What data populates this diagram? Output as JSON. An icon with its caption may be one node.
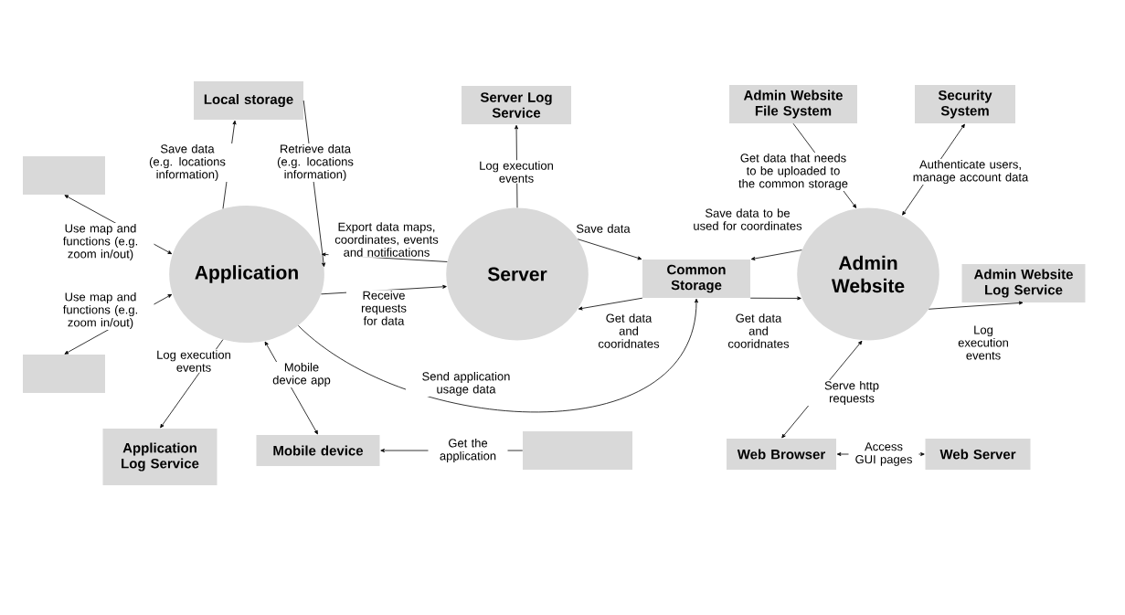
{
  "diagram": {
    "nodes": [
      {
        "text": [
          "Local storage"
        ]
      },
      {
        "text": [
          "Server Log Service"
        ]
      },
      {
        "text": [
          "Admin Website File System"
        ]
      },
      {
        "text": [
          "Security System"
        ]
      },
      {
        "text": [],
        "shape": "box"
      },
      {
        "text": [
          "Application"
        ]
      },
      {
        "text": [
          "Server"
        ]
      },
      {
        "text": [
          "Common Storage"
        ]
      },
      {
        "text": [
          "Admin Website"
        ]
      },
      {
        "text": [
          "Admin Website Log Service"
        ]
      },
      {
        "text": [],
        "shape": "box"
      },
      {
        "text": [
          "Application Log Service"
        ]
      },
      {
        "text": [
          "Mobile device"
        ]
      },
      {
        "text": [],
        "shape": "box"
      },
      {
        "text": [
          "Web Browser"
        ]
      },
      {
        "text": [
          "Web Server"
        ]
      }
    ],
    "edges": [
      {
        "from": 5,
        "to": 0,
        "arrow": "to",
        "label": "Save data (e.g. locations information)"
      },
      {
        "from": 0,
        "to": 5,
        "arrow": "to",
        "label": "Retrieve data (e.g. locations information)"
      },
      {
        "from": 5,
        "to": 4,
        "arrow": "both",
        "label": "Use map and functions (e.g. zoom in/out)"
      },
      {
        "from": 5,
        "to": 10,
        "arrow": "both",
        "label": "Use map and functions (e.g. zoom in/out)"
      },
      {
        "from": 6,
        "to": 5,
        "arrow": "to",
        "label": "Export data maps, coordinates, events and notifications"
      },
      {
        "from": 5,
        "to": 6,
        "arrow": "to",
        "label": "Receive requests for data"
      },
      {
        "from": 6,
        "to": 1,
        "arrow": "to",
        "label": "Log execution events"
      },
      {
        "from": 6,
        "to": 7,
        "arrow": "to",
        "label": "Save data"
      },
      {
        "from": 7,
        "to": 6,
        "arrow": "to",
        "label": "Get data and cooridnates"
      },
      {
        "from": 5,
        "to": 7,
        "arrow": "to",
        "label": "Send application usage data"
      },
      {
        "from": 8,
        "to": 7,
        "arrow": "to",
        "label": "Save data to be used for coordinates"
      },
      {
        "from": 7,
        "to": 8,
        "arrow": "to",
        "label": "Get data and cooridnates"
      },
      {
        "from": 2,
        "to": 8,
        "arrow": "to",
        "label": "Get data that needs to be uploaded to the common storage"
      },
      {
        "from": 8,
        "to": 3,
        "arrow": "both",
        "label": "Authenticate users, manage account data"
      },
      {
        "from": 8,
        "to": 9,
        "arrow": "to",
        "label": "Log execution events"
      },
      {
        "from": 5,
        "to": 11,
        "arrow": "to",
        "label": "Log execution events"
      },
      {
        "from": 12,
        "to": 5,
        "arrow": "both",
        "label": "Mobile device app"
      },
      {
        "from": 13,
        "to": 12,
        "arrow": "to",
        "label": "Get the application"
      },
      {
        "from": 8,
        "to": 14,
        "arrow": "both",
        "label": "Serve http requests"
      },
      {
        "from": 14,
        "to": 15,
        "arrow": "both",
        "label": "Access GUI pages"
      }
    ]
  }
}
